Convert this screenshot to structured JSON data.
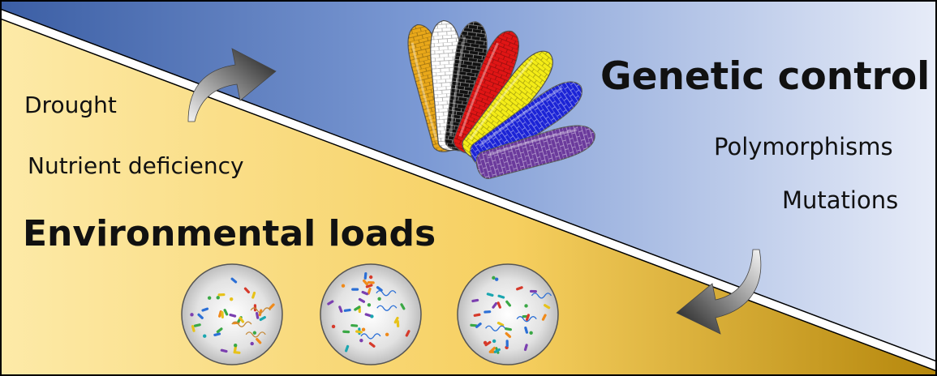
{
  "labels": {
    "genetic_title": "Genetic control",
    "genetic_items": [
      "Polymorphisms",
      "Mutations"
    ],
    "env_title": "Environmental loads",
    "env_items": [
      "Drought",
      "Nutrient deficiency"
    ]
  },
  "colors": {
    "blue_dark": "#3c5fa4",
    "blue_light": "#e6ebf7",
    "gold_light": "#fde8a2",
    "gold_mid": "#f4cd5e",
    "gold_dark": "#b88a10",
    "divider": "#ffffff",
    "border": "#000000"
  },
  "corn_colors": [
    "#e9a81a",
    "#ffffff",
    "#111111",
    "#e01515",
    "#f4ec17",
    "#1b23d6",
    "#6b3a9c"
  ],
  "dish_count": 3,
  "arrows": [
    {
      "name": "upper-curved-arrow",
      "direction": "up-right"
    },
    {
      "name": "lower-curved-arrow",
      "direction": "down-left"
    }
  ]
}
